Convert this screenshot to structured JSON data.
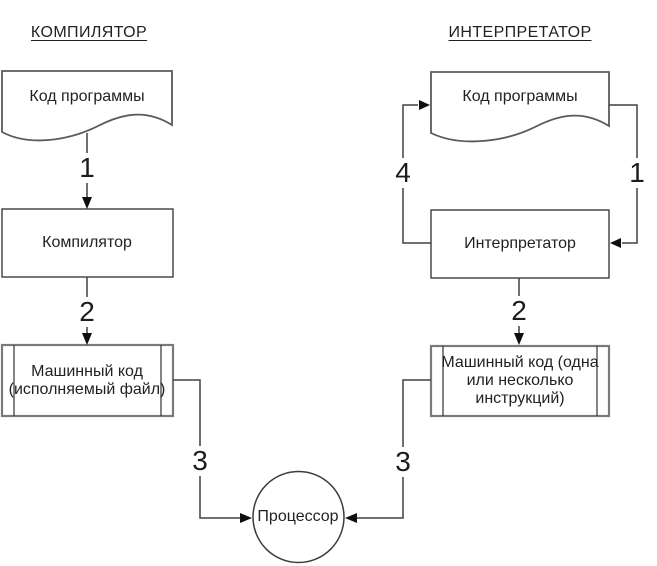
{
  "left": {
    "title": "КОМПИЛЯТОР",
    "source_label": "Код программы",
    "process_label": "Компилятор",
    "machine_label_line1": "Машинный код",
    "machine_label_line2": "(исполняемый файл)",
    "step1": "1",
    "step2": "2",
    "step3": "3"
  },
  "right": {
    "title": "ИНТЕРПРЕТАТОР",
    "source_label": "Код программы",
    "process_label": "Интерпретатор",
    "machine_label_line1": "Машинный код (одна",
    "machine_label_line2": "или несколько",
    "machine_label_line3": "инструкций)",
    "step1": "1",
    "step2": "2",
    "step3": "3",
    "step4": "4"
  },
  "processor_label": "Процессор",
  "colors": {
    "background": "#ffffff",
    "shape_border_gray": "#7a7a7a",
    "shape_border_dark": "#3d3d3d",
    "document_border": "#5a5a5a",
    "connector": "#414141",
    "arrowhead": "#0f0f0f",
    "text": "#222222"
  }
}
